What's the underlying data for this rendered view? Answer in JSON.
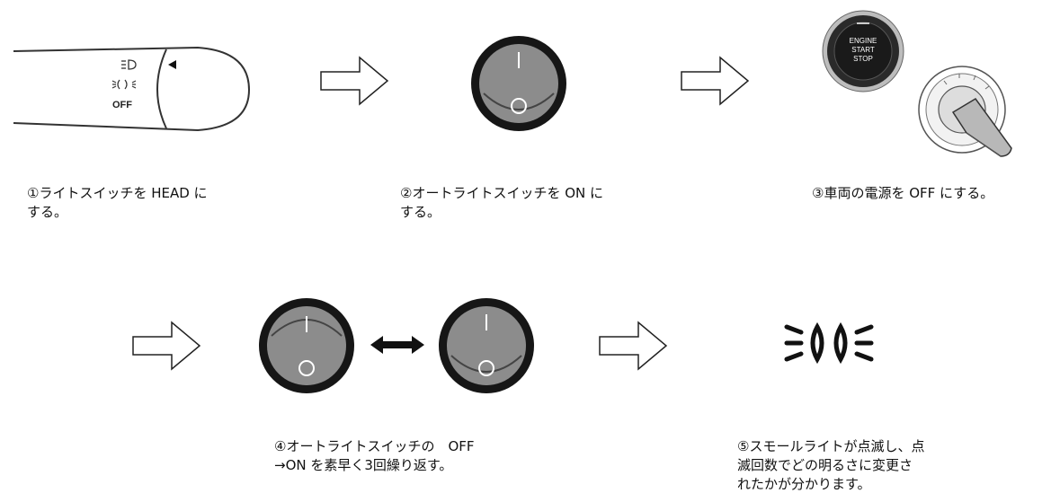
{
  "steps": [
    {
      "caption": "①ライトスイッチを HEAD に\nする。"
    },
    {
      "caption": "②オートライトスイッチを ON に\nする。"
    },
    {
      "caption": "③車両の電源を OFF にする。"
    },
    {
      "caption": "④オートライトスイッチの　OFF\n→ON を素早く3回繰り返す。"
    },
    {
      "caption": "⑤スモールライトが点滅し、点\n滅回数でどの明るさに変更さ\nれたかが分かります。"
    }
  ],
  "light_switch": {
    "off_label": "OFF"
  },
  "engine_button": {
    "line1": "ENGINE",
    "line2": "START",
    "line3": "STOP"
  },
  "toggle": {
    "on_symbol": "I",
    "off_symbol": "O"
  },
  "colors": {
    "switch_body": "#1a1a1a",
    "switch_face": "#8a8a8a",
    "arrow_stroke": "#222222"
  },
  "icons": [
    "light-stalk-icon",
    "rocker-switch-icon",
    "engine-start-button-icon",
    "ignition-key-icon",
    "double-arrow-icon",
    "small-light-icon",
    "hollow-right-arrow-icon"
  ]
}
